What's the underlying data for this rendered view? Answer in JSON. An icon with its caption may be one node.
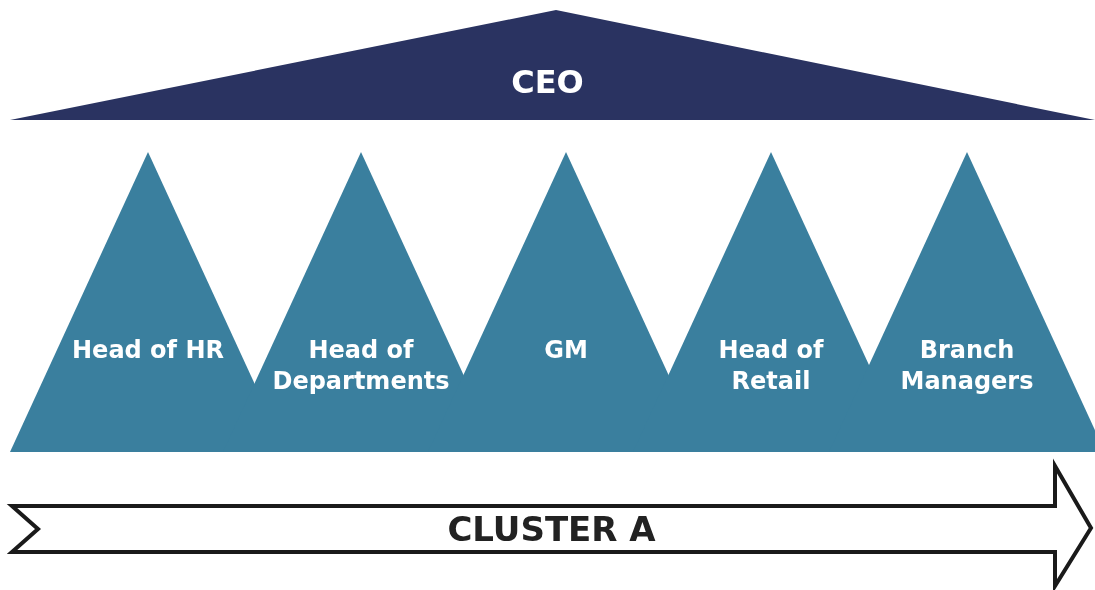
{
  "diagram": {
    "nodes": [
      {
        "text": [
          "CEO"
        ]
      },
      {
        "text": [
          "Head of HR"
        ]
      },
      {
        "text": [
          "Head of Departments"
        ]
      },
      {
        "text": [
          "GM"
        ]
      },
      {
        "text": [
          "Head of Retail"
        ]
      },
      {
        "text": [
          "Branch Managers"
        ]
      },
      {
        "text": [
          "CLUSTER A"
        ]
      }
    ],
    "edges": []
  }
}
